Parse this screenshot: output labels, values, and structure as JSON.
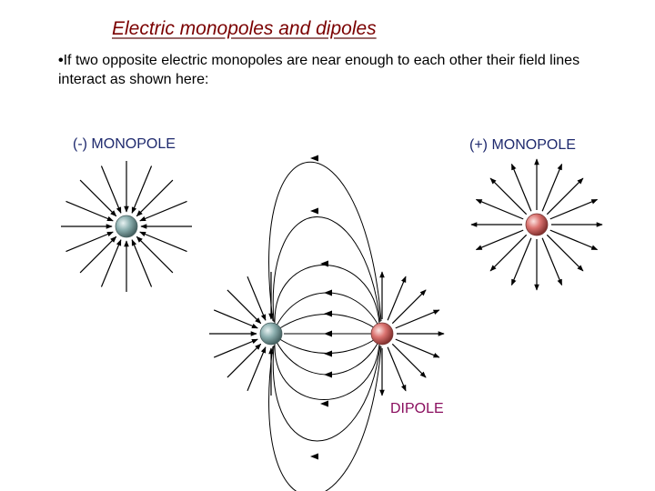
{
  "slide": {
    "title": "Electric monopoles and dipoles",
    "bullet_symbol": "•",
    "bullet_text": "If two opposite electric monopoles are near enough to each other their field lines interact as shown here:"
  },
  "labels": {
    "negative_monopole": "(-) MONOPOLE",
    "positive_monopole": "(+) MONOPOLE",
    "dipole": "DIPOLE"
  },
  "colors": {
    "title": "#7a0000",
    "label": "#1f2a6e",
    "dipole_label": "#8a0f5f",
    "negative_charge": "#7fa3a3",
    "positive_charge": "#d9706e",
    "field_line": "#000000"
  }
}
